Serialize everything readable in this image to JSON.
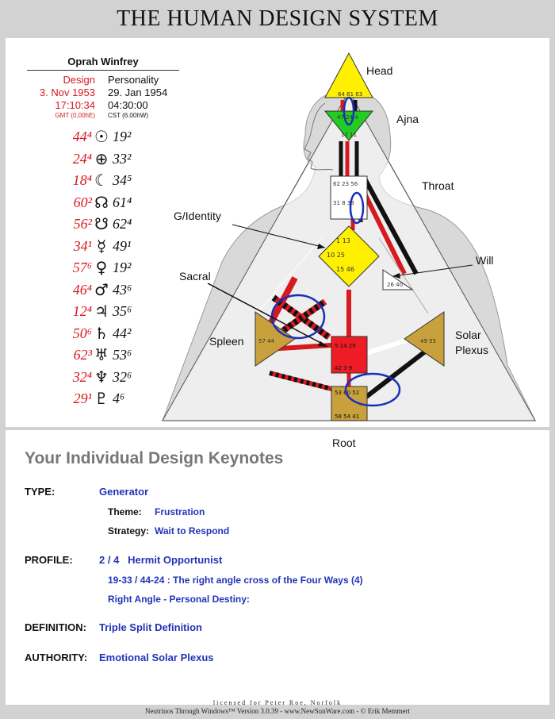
{
  "title": "THE HUMAN DESIGN SYSTEM",
  "person": "Oprah Winfrey",
  "design": {
    "label": "Design",
    "date": "3. Nov 1953",
    "time": "17:10:34",
    "tz": "GMT (0,00hE)"
  },
  "personality": {
    "label": "Personality",
    "date": "29. Jan 1954",
    "time": "04:30:00",
    "tz": "CST (6.00hW)"
  },
  "planets": [
    {
      "glyph": "☉",
      "name": "sun-icon",
      "design": "44⁴",
      "personality": "19²"
    },
    {
      "glyph": "⊕",
      "name": "earth-icon",
      "design": "24⁴",
      "personality": "33²"
    },
    {
      "glyph": "☾",
      "name": "moon-icon",
      "design": "18⁴",
      "personality": "34⁵"
    },
    {
      "glyph": "☊",
      "name": "north-node-icon",
      "design": "60²",
      "personality": "61⁴"
    },
    {
      "glyph": "☋",
      "name": "south-node-icon",
      "design": "56²",
      "personality": "62⁴"
    },
    {
      "glyph": "☿",
      "name": "mercury-icon",
      "design": "34¹",
      "personality": "49¹"
    },
    {
      "glyph": "♀",
      "name": "venus-icon",
      "design": "57⁶",
      "personality": "19²"
    },
    {
      "glyph": "♂",
      "name": "mars-icon",
      "design": "46⁴",
      "personality": "43⁶"
    },
    {
      "glyph": "♃",
      "name": "jupiter-icon",
      "design": "12⁴",
      "personality": "35⁶"
    },
    {
      "glyph": "♄",
      "name": "saturn-icon",
      "design": "50⁶",
      "personality": "44²"
    },
    {
      "glyph": "♅",
      "name": "uranus-icon",
      "design": "62³",
      "personality": "53⁶"
    },
    {
      "glyph": "♆",
      "name": "neptune-icon",
      "design": "32⁴",
      "personality": "32⁶"
    },
    {
      "glyph": "♇",
      "name": "pluto-icon",
      "design": "29¹",
      "personality": "4⁶"
    }
  ],
  "centers": {
    "head": "Head",
    "ajna": "Ajna",
    "throat": "Throat",
    "g": "G/Identity",
    "will": "Will",
    "sacral": "Sacral",
    "spleen": "Spleen",
    "solar": "Solar\nPlexus",
    "root": "Root"
  },
  "keynotes": {
    "title": "Your Individual Design Keynotes",
    "type_label": "TYPE:",
    "type": "Generator",
    "theme_label": "Theme:",
    "theme": "Frustration",
    "strategy_label": "Strategy:",
    "strategy": "Wait to Respond",
    "profile_label": "PROFILE:",
    "profile": "2 / 4   Hermit Opportunist",
    "cross": "19-33 / 44-24 :  The right angle cross of the Four Ways (4)",
    "angle": "Right Angle - Personal Destiny:",
    "definition_label": "DEFINITION:",
    "definition": "Triple Split Definition",
    "authority_label": "AUTHORITY:",
    "authority": "Emotional Solar Plexus"
  },
  "footer": {
    "license": "licensed for Peter Roe, Norfolk",
    "credit": "Neutrinos Through Windows™ Version 3.0.39 - www.NewSunWare.com - © Erik Memmert"
  }
}
